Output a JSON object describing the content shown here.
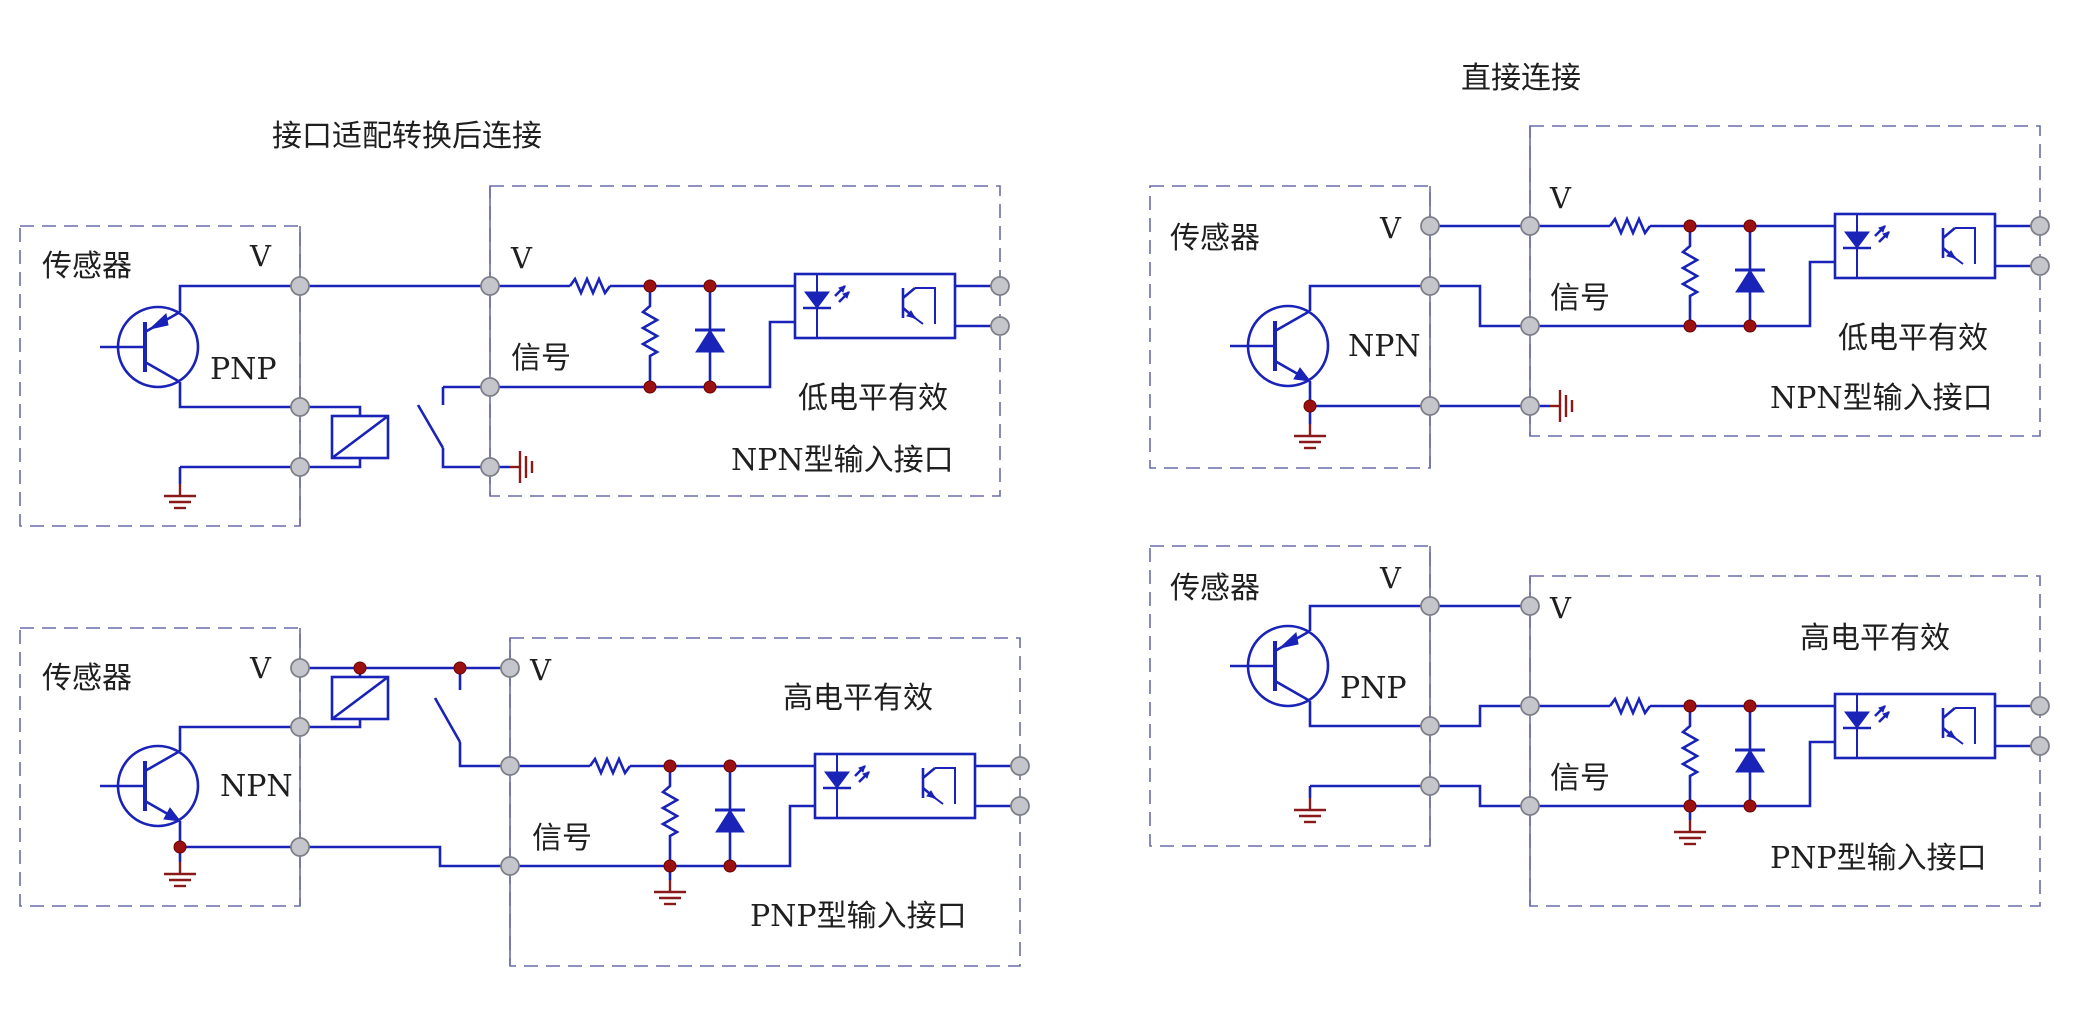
{
  "titles": {
    "adapter": "接口适配转换后连接",
    "direct": "直接连接"
  },
  "labels": {
    "sensor": "传感器",
    "v": "V",
    "signal": "信号",
    "pnp": "PNP",
    "npn": "NPN",
    "low_active": "低电平有效",
    "high_active": "高电平有效",
    "npn_input": "NPN型输入接口",
    "pnp_input": "PNP型输入接口"
  },
  "colors": {
    "wire": "#1a23b8",
    "terminal": "#c4c6cc",
    "junction": "#9a1010",
    "ground": "#8a1a1a",
    "dashed_box": "#6a6ea8"
  },
  "icons": [
    "pnp-transistor-icon",
    "npn-transistor-icon",
    "relay-coil-icon",
    "switch-contact-icon",
    "resistor-icon",
    "diode-icon",
    "optocoupler-icon",
    "ground-icon"
  ]
}
